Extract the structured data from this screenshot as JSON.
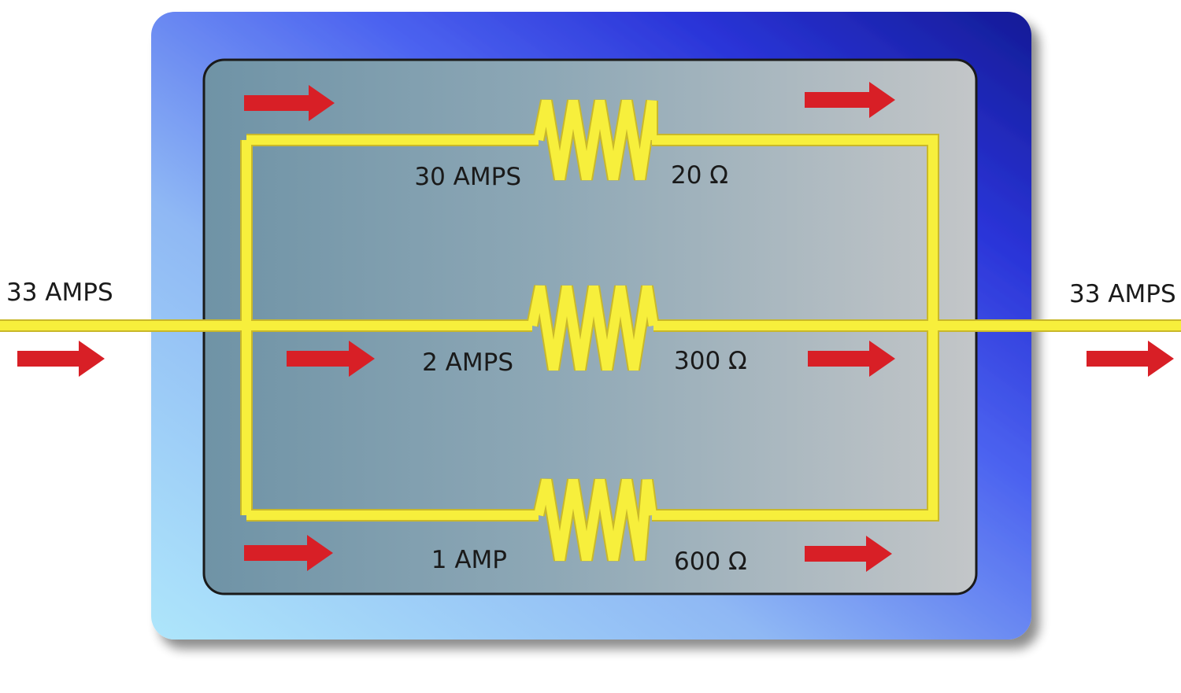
{
  "circuit": {
    "input_current": "33 AMPS",
    "output_current": "33 AMPS",
    "branches": [
      {
        "current": "30 AMPS",
        "resistance": "20 Ω"
      },
      {
        "current": "2 AMPS",
        "resistance": "300 Ω"
      },
      {
        "current": "1 AMP",
        "resistance": "600 Ω"
      }
    ]
  },
  "colors": {
    "wire": "#f7ef3c",
    "wire_outline": "#c9b82a",
    "arrow": "#d81f26",
    "outer_panel_dark": "#1a1fa8",
    "outer_panel_light": "#aee6fb",
    "inner_panel_left": "#6f93a6",
    "inner_panel_right": "#c3c6c8",
    "inner_panel_border": "#1a1a1a"
  }
}
